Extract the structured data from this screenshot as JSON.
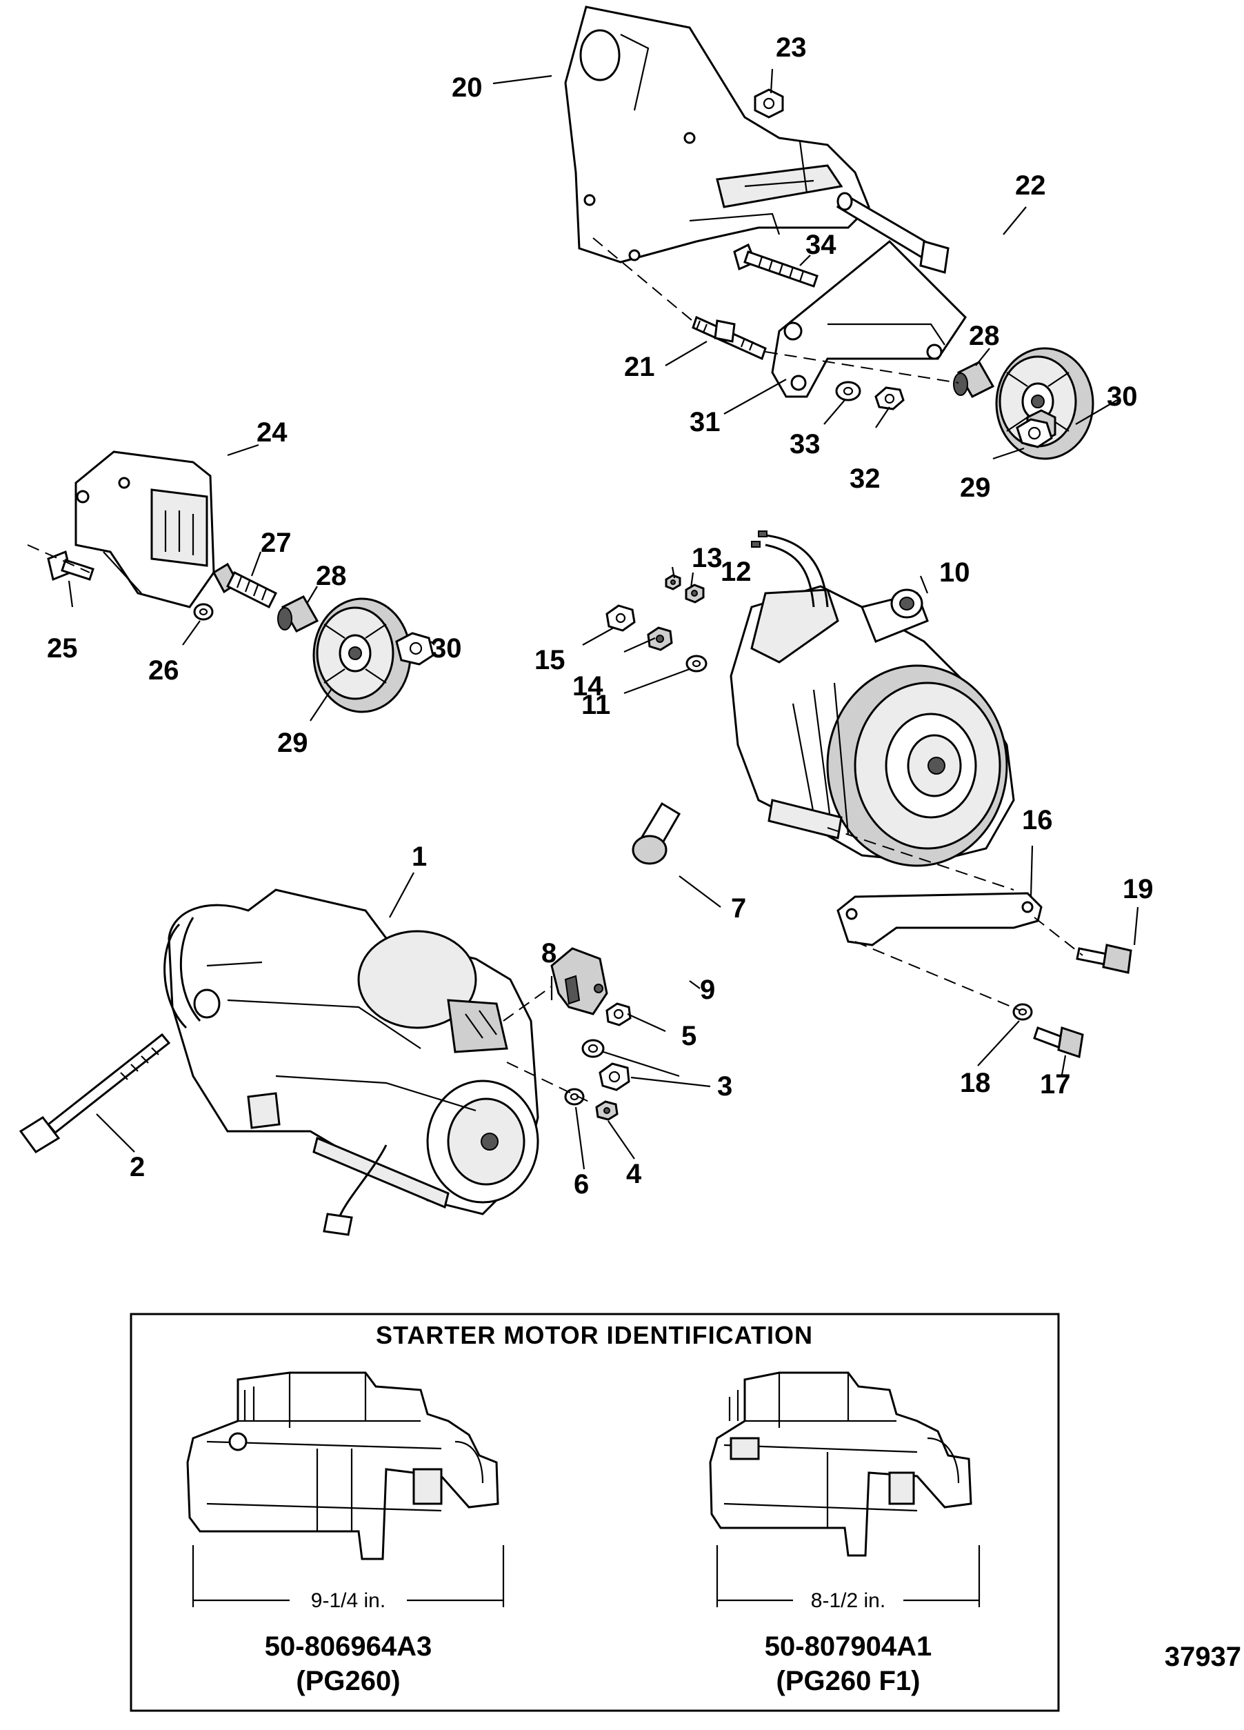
{
  "callouts": [
    {
      "id": "c1",
      "label": "1"
    },
    {
      "id": "c2",
      "label": "2"
    },
    {
      "id": "c3",
      "label": "3"
    },
    {
      "id": "c4",
      "label": "4"
    },
    {
      "id": "c5",
      "label": "5"
    },
    {
      "id": "c6",
      "label": "6"
    },
    {
      "id": "c7",
      "label": "7"
    },
    {
      "id": "c8",
      "label": "8"
    },
    {
      "id": "c9",
      "label": "9"
    },
    {
      "id": "c10",
      "label": "10"
    },
    {
      "id": "c11",
      "label": "11"
    },
    {
      "id": "c12",
      "label": "12"
    },
    {
      "id": "c13",
      "label": "13"
    },
    {
      "id": "c14",
      "label": "14"
    },
    {
      "id": "c15",
      "label": "15"
    },
    {
      "id": "c16",
      "label": "16"
    },
    {
      "id": "c17",
      "label": "17"
    },
    {
      "id": "c18",
      "label": "18"
    },
    {
      "id": "c19",
      "label": "19"
    },
    {
      "id": "c20",
      "label": "20"
    },
    {
      "id": "c21",
      "label": "21"
    },
    {
      "id": "c22",
      "label": "22"
    },
    {
      "id": "c23",
      "label": "23"
    },
    {
      "id": "c24",
      "label": "24"
    },
    {
      "id": "c25",
      "label": "25"
    },
    {
      "id": "c26",
      "label": "26"
    },
    {
      "id": "c27",
      "label": "27"
    },
    {
      "id": "c28a",
      "label": "28"
    },
    {
      "id": "c28b",
      "label": "28"
    },
    {
      "id": "c29a",
      "label": "29"
    },
    {
      "id": "c29b",
      "label": "29"
    },
    {
      "id": "c30a",
      "label": "30"
    },
    {
      "id": "c30b",
      "label": "30"
    },
    {
      "id": "c31",
      "label": "31"
    },
    {
      "id": "c32",
      "label": "32"
    },
    {
      "id": "c33",
      "label": "33"
    },
    {
      "id": "c34",
      "label": "34"
    }
  ],
  "identification": {
    "title": "STARTER MOTOR IDENTIFICATION",
    "left": {
      "dimension": "9-1/4 in.",
      "part_number": "50-806964A3",
      "model": "(PG260)"
    },
    "right": {
      "dimension": "8-1/2 in.",
      "part_number": "50-807904A1",
      "model": "(PG260 F1)"
    }
  },
  "figure_id": "37937"
}
